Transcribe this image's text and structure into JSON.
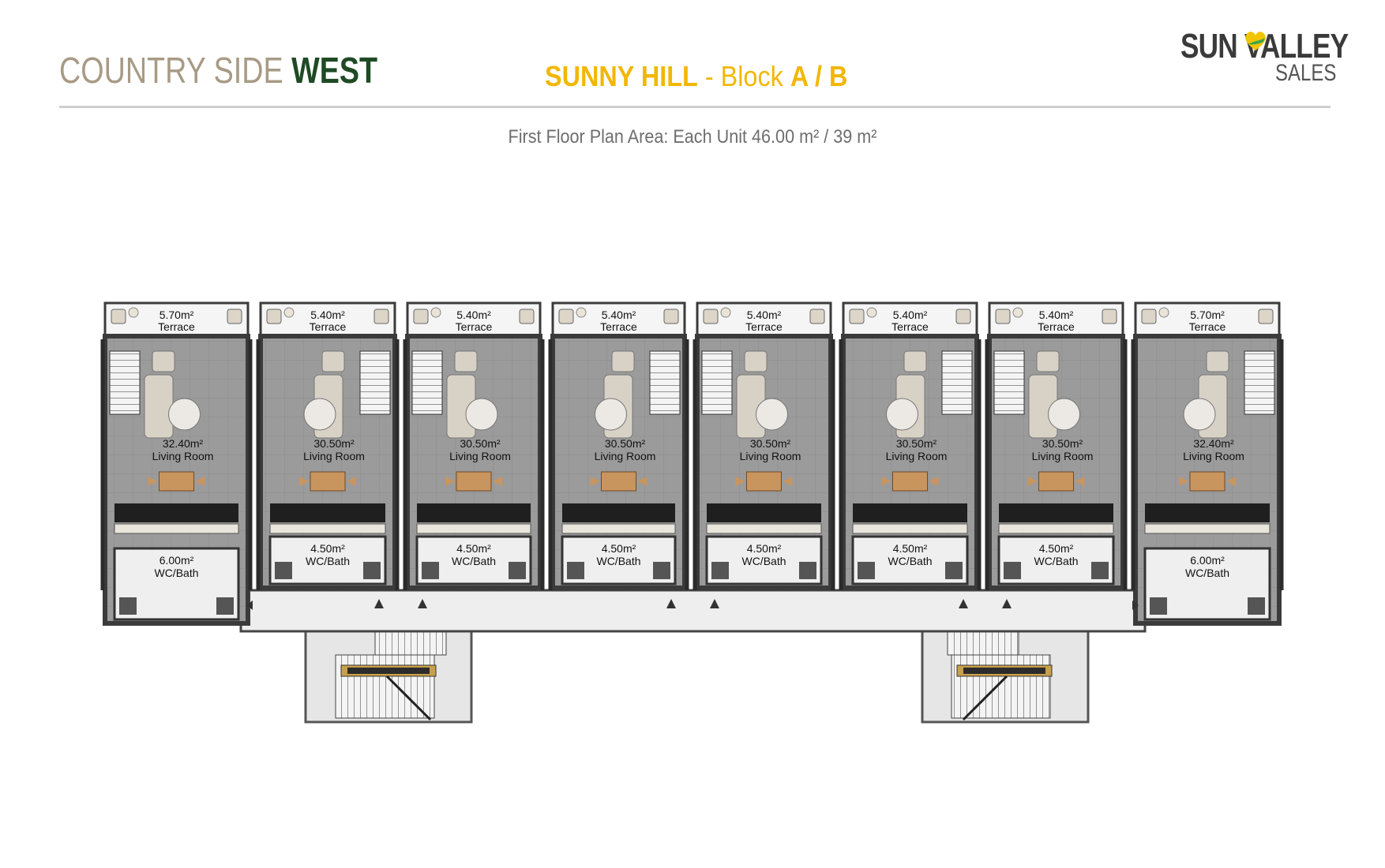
{
  "header": {
    "brand_light": "COUNTRY SIDE",
    "brand_bold": "WEST",
    "project_bold": "SUNNY HILL",
    "project_light": " - Block ",
    "project_blocks": "A / B",
    "logo_top": "SUN  VALLEY",
    "logo_bottom": "SALES",
    "subtitle": "First Floor Plan Area: Each Unit 46.00 m² / 39 m²"
  },
  "colors": {
    "olive": "#1f4a24",
    "gold": "#f2b705",
    "taupe": "#a89a85",
    "floor": "#9a9a9a",
    "wall": "#3b3b3b"
  },
  "units": [
    {
      "terrace_area": "5.70m²",
      "terrace_label": "Terrace",
      "living_area": "32.40m²",
      "living_label": "Living Room",
      "bath_area": "6.00m²",
      "bath_label": "WC/Bath"
    },
    {
      "terrace_area": "5.40m²",
      "terrace_label": "Terrace",
      "living_area": "30.50m²",
      "living_label": "Living Room",
      "bath_area": "4.50m²",
      "bath_label": "WC/Bath"
    },
    {
      "terrace_area": "5.40m²",
      "terrace_label": "Terrace",
      "living_area": "30.50m²",
      "living_label": "Living Room",
      "bath_area": "4.50m²",
      "bath_label": "WC/Bath"
    },
    {
      "terrace_area": "5.40m²",
      "terrace_label": "Terrace",
      "living_area": "30.50m²",
      "living_label": "Living Room",
      "bath_area": "4.50m²",
      "bath_label": "WC/Bath"
    },
    {
      "terrace_area": "5.40m²",
      "terrace_label": "Terrace",
      "living_area": "30.50m²",
      "living_label": "Living Room",
      "bath_area": "4.50m²",
      "bath_label": "WC/Bath"
    },
    {
      "terrace_area": "5.40m²",
      "terrace_label": "Terrace",
      "living_area": "30.50m²",
      "living_label": "Living Room",
      "bath_area": "4.50m²",
      "bath_label": "WC/Bath"
    },
    {
      "terrace_area": "5.40m²",
      "terrace_label": "Terrace",
      "living_area": "30.50m²",
      "living_label": "Living Room",
      "bath_area": "4.50m²",
      "bath_label": "WC/Bath"
    },
    {
      "terrace_area": "5.70m²",
      "terrace_label": "Terrace",
      "living_area": "32.40m²",
      "living_label": "Living Room",
      "bath_area": "6.00m²",
      "bath_label": "WC/Bath"
    }
  ]
}
